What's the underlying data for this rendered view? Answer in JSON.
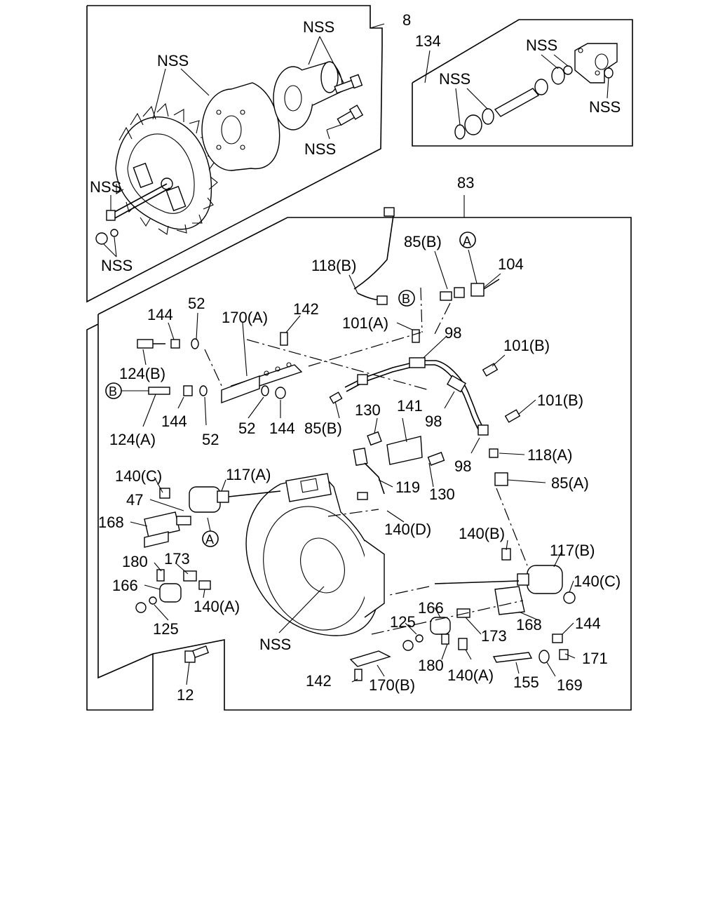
{
  "callouts": {
    "c8": "8",
    "c134": "134",
    "c83": "83",
    "nss_a": "NSS",
    "nss_b": "NSS",
    "nss_c": "NSS",
    "nss_d": "NSS",
    "nss_e": "NSS",
    "nss_f": "NSS",
    "nss_g": "NSS",
    "nss_h": "NSS",
    "nss_i": "NSS",
    "c85b_top": "85(B)",
    "c104": "104",
    "c118b": "118(B)",
    "c144_a": "144",
    "c52_a": "52",
    "c170a": "170(A)",
    "c142_a": "142",
    "c101a": "101(A)",
    "c98_a": "98",
    "c101b_a": "101(B)",
    "c124b": "124(B)",
    "c101b_b": "101(B)",
    "c130_a": "130",
    "c141": "141",
    "c144_b": "144",
    "c52_b": "52",
    "c52_c": "52",
    "c144_c": "144",
    "c85b_bottom": "85(B)",
    "c98_b": "98",
    "c124a": "124(A)",
    "c118a": "118(A)",
    "c98_c": "98",
    "c85a": "85(A)",
    "c140c_a": "140(C)",
    "c117a": "117(A)",
    "c119": "119",
    "c130_b": "130",
    "c47": "47",
    "c168_a": "168",
    "c140d": "140(D)",
    "c140b": "140(B)",
    "c117b": "117(B)",
    "c180_a": "180",
    "c173_a": "173",
    "c140c_b": "140(C)",
    "c166_a": "166",
    "c140a_a": "140(A)",
    "c168_b": "168",
    "c144_d": "144",
    "c125_a": "125",
    "c166_b": "166",
    "c125_b": "125",
    "c173_b": "173",
    "c171": "171",
    "c180_b": "180",
    "c140a_b": "140(A)",
    "c155": "155",
    "c169": "169",
    "c142_b": "142",
    "c170b": "170(B)",
    "c12": "12"
  },
  "markers": {
    "a_top": "A",
    "b_mid": "B",
    "b_left": "B",
    "a_left": "A"
  }
}
